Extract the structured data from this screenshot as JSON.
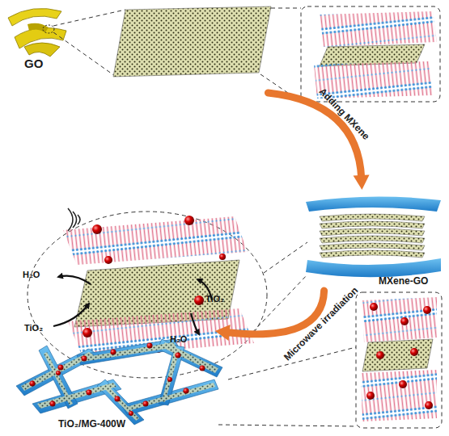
{
  "diagram": {
    "nodes": [
      {
        "text": [
          "GO"
        ]
      },
      {
        "text": [
          "MXene-GO"
        ]
      },
      {
        "text": [
          "TiO₂/MG-400W"
        ]
      }
    ],
    "edges": [
      {
        "from": 0,
        "to": 1,
        "arrow": "to",
        "label": "Adding MXene"
      },
      {
        "from": 1,
        "to": 2,
        "arrow": "to",
        "label": "Microwave irradiation"
      }
    ],
    "labels": [
      "H₂O",
      "TiO₂",
      "TiO₂",
      "H₂O"
    ]
  }
}
